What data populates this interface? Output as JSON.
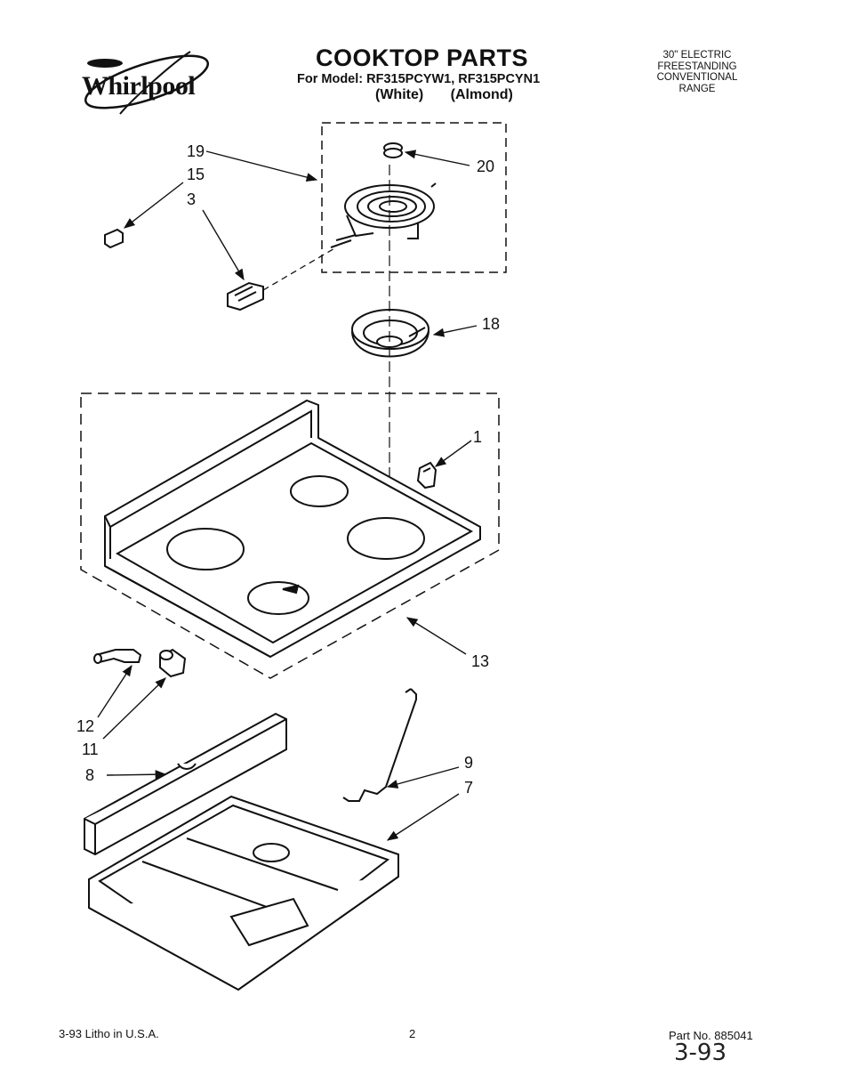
{
  "header": {
    "brand": "Whirlpool",
    "title": "COOKTOP PARTS",
    "model_line": "For Model: RF315PCYW1, RF315PCYN1",
    "variants": [
      "(White)",
      "(Almond)"
    ],
    "spec_lines": [
      "30\" ELECTRIC",
      "FREESTANDING",
      "CONVENTIONAL",
      "RANGE"
    ]
  },
  "callouts": {
    "c19": "19",
    "c15": "15",
    "c3": "3",
    "c20": "20",
    "c18": "18",
    "c1": "1",
    "c13": "13",
    "c12": "12",
    "c11": "11",
    "c8": "8",
    "c9": "9",
    "c7": "7"
  },
  "footer": {
    "print_note": "3-93 Litho in U.S.A.",
    "page_number": "2",
    "part_number": "Part No. 885041",
    "handwritten_date": "3-93"
  }
}
